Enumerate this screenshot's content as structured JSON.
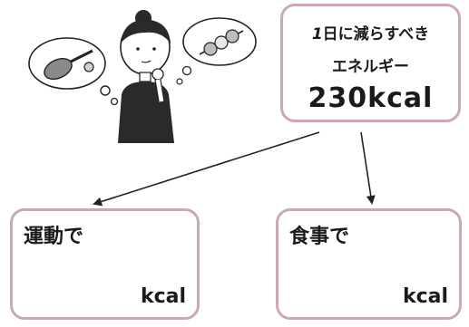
{
  "goal": {
    "line1_num": "1",
    "line1_text": "日に減らすべき",
    "line2": "エネルギー",
    "value": "230kcal"
  },
  "exercise": {
    "title": "運動で",
    "unit": "kcal"
  },
  "diet": {
    "title": "食事で",
    "unit": "kcal"
  },
  "colors": {
    "box_border": "#c9a9b4",
    "text": "#1a1a1a",
    "line": "#222222"
  }
}
